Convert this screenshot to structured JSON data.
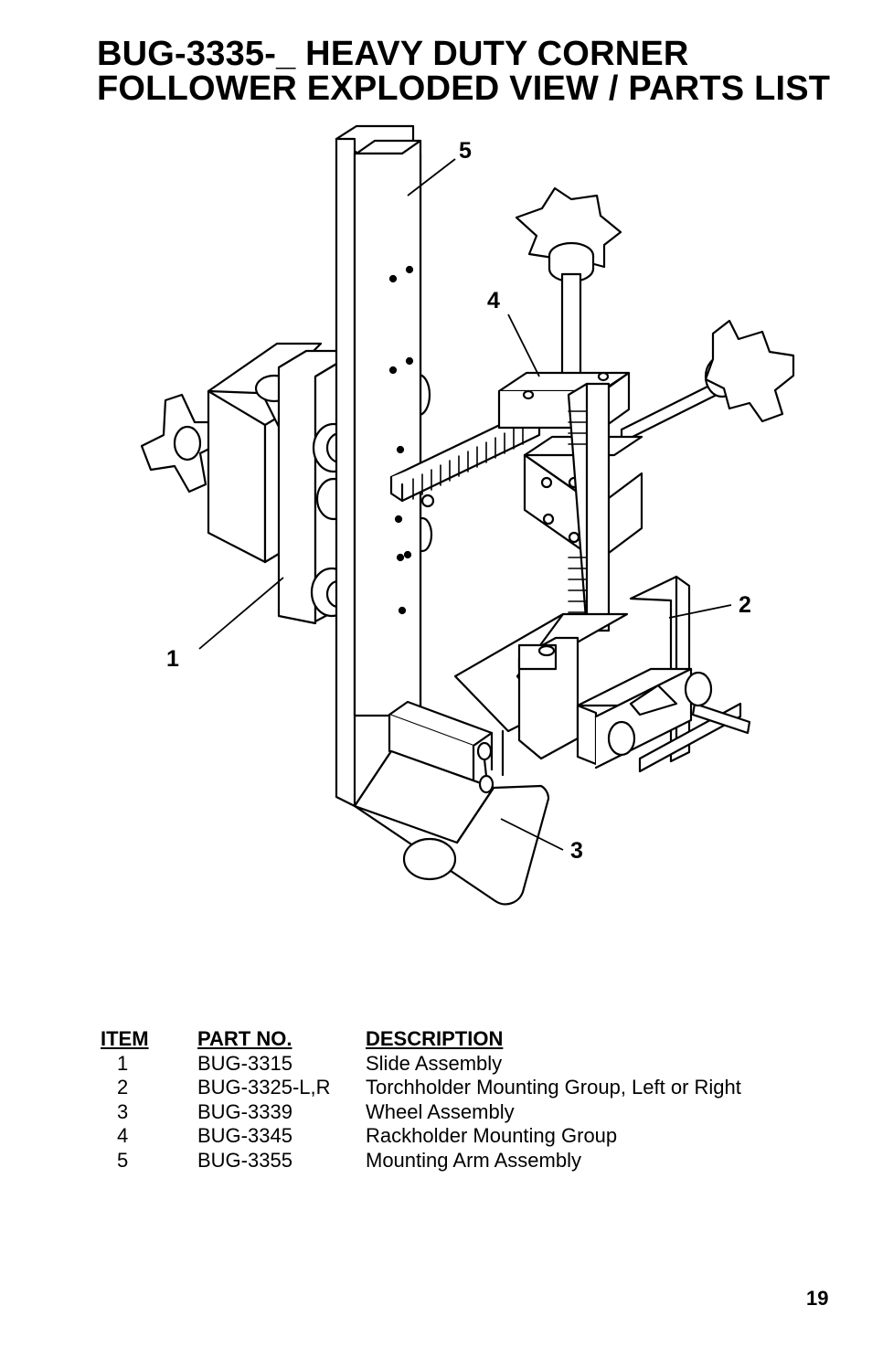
{
  "title": {
    "line1": "BUG-3335-_ HEAVY DUTY CORNER",
    "line2": "FOLLOWER EXPLODED VIEW / PARTS LIST"
  },
  "callouts": [
    "1",
    "2",
    "3",
    "4",
    "5"
  ],
  "parts_table": {
    "headers": {
      "item": "ITEM",
      "part_no": "PART NO.",
      "description": "DESCRIPTION"
    },
    "rows": [
      {
        "item": "1",
        "part_no": "BUG-3315",
        "description": "Slide Assembly"
      },
      {
        "item": "2",
        "part_no": "BUG-3325-L,R",
        "description": "Torchholder Mounting Group, Left or Right"
      },
      {
        "item": "3",
        "part_no": "BUG-3339",
        "description": "Wheel Assembly"
      },
      {
        "item": "4",
        "part_no": "BUG-3345",
        "description": "Rackholder Mounting Group"
      },
      {
        "item": "5",
        "part_no": "BUG-3355",
        "description": "Mounting Arm Assembly"
      }
    ]
  },
  "page_number": "19"
}
